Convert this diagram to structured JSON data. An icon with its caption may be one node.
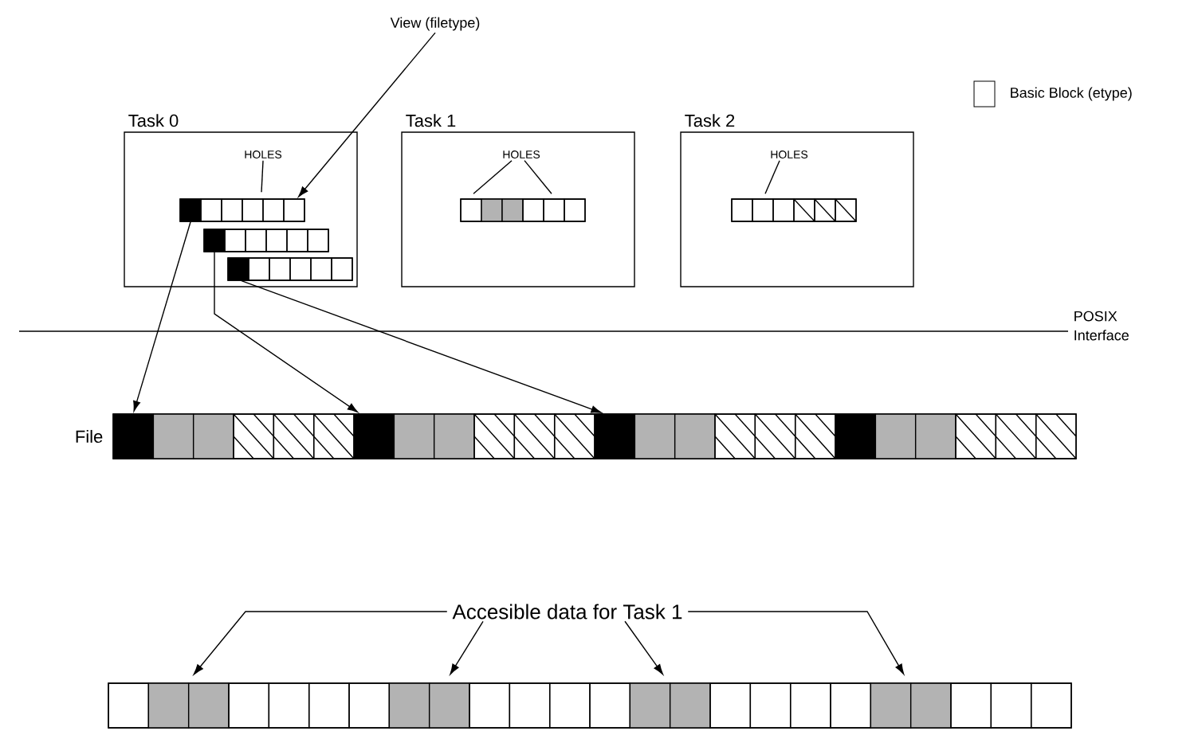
{
  "diagram": {
    "nodes": [
      {
        "text": [
          "Task 0"
        ]
      },
      {
        "text": [
          "Task 1"
        ]
      },
      {
        "text": [
          "Task 2"
        ]
      },
      {
        "text": [
          "View (filetype)"
        ]
      },
      {
        "text": [
          "HOLES"
        ],
        "in": 0
      },
      {
        "text": [
          "HOLES"
        ],
        "in": 1
      },
      {
        "text": [
          "HOLES"
        ],
        "in": 2
      },
      {
        "text": [],
        "shape": "bar",
        "in": 0
      },
      {
        "text": [],
        "shape": "bar",
        "in": 0
      },
      {
        "text": [],
        "shape": "bar",
        "in": 0
      },
      {
        "text": [],
        "shape": "box",
        "in": 7
      },
      {
        "text": [],
        "shape": "box",
        "in": 8
      },
      {
        "text": [],
        "shape": "box",
        "in": 9
      },
      {
        "text": [],
        "shape": "bar",
        "in": 1
      },
      {
        "text": [],
        "shape": "bar",
        "in": 2
      },
      {
        "text": [],
        "shape": "bar",
        "beside": [
          "File"
        ]
      },
      {
        "text": [],
        "shape": "box",
        "in": 15
      },
      {
        "text": [],
        "shape": "box",
        "in": 15
      },
      {
        "text": [],
        "shape": "box",
        "in": 15
      },
      {
        "text": [],
        "shape": "box",
        "in": 15
      },
      {
        "text": [
          "Accesible data for Task 1"
        ]
      },
      {
        "text": [],
        "shape": "bar"
      }
    ],
    "edges": [
      {
        "from": 3,
        "to": 7,
        "arrow": "to"
      },
      {
        "from": 4,
        "to": 7,
        "arrow": "none"
      },
      {
        "from": 5,
        "to": 13,
        "arrow": "none"
      },
      {
        "from": 5,
        "to": 13,
        "arrow": "none"
      },
      {
        "from": 6,
        "to": 14,
        "arrow": "none"
      },
      {
        "from": 10,
        "to": 16,
        "arrow": "to"
      },
      {
        "from": 11,
        "to": 17,
        "arrow": "to"
      },
      {
        "from": 12,
        "to": 18,
        "arrow": "to"
      },
      {
        "from": 20,
        "to": 21,
        "arrow": "to"
      },
      {
        "from": 20,
        "to": 21,
        "arrow": "to"
      },
      {
        "from": 20,
        "to": 21,
        "arrow": "to"
      },
      {
        "from": 20,
        "to": 21,
        "arrow": "to"
      }
    ],
    "labels": [
      "POSIX Interface"
    ],
    "legend": [
      {
        "text": "Basic Block (etype)"
      }
    ]
  }
}
